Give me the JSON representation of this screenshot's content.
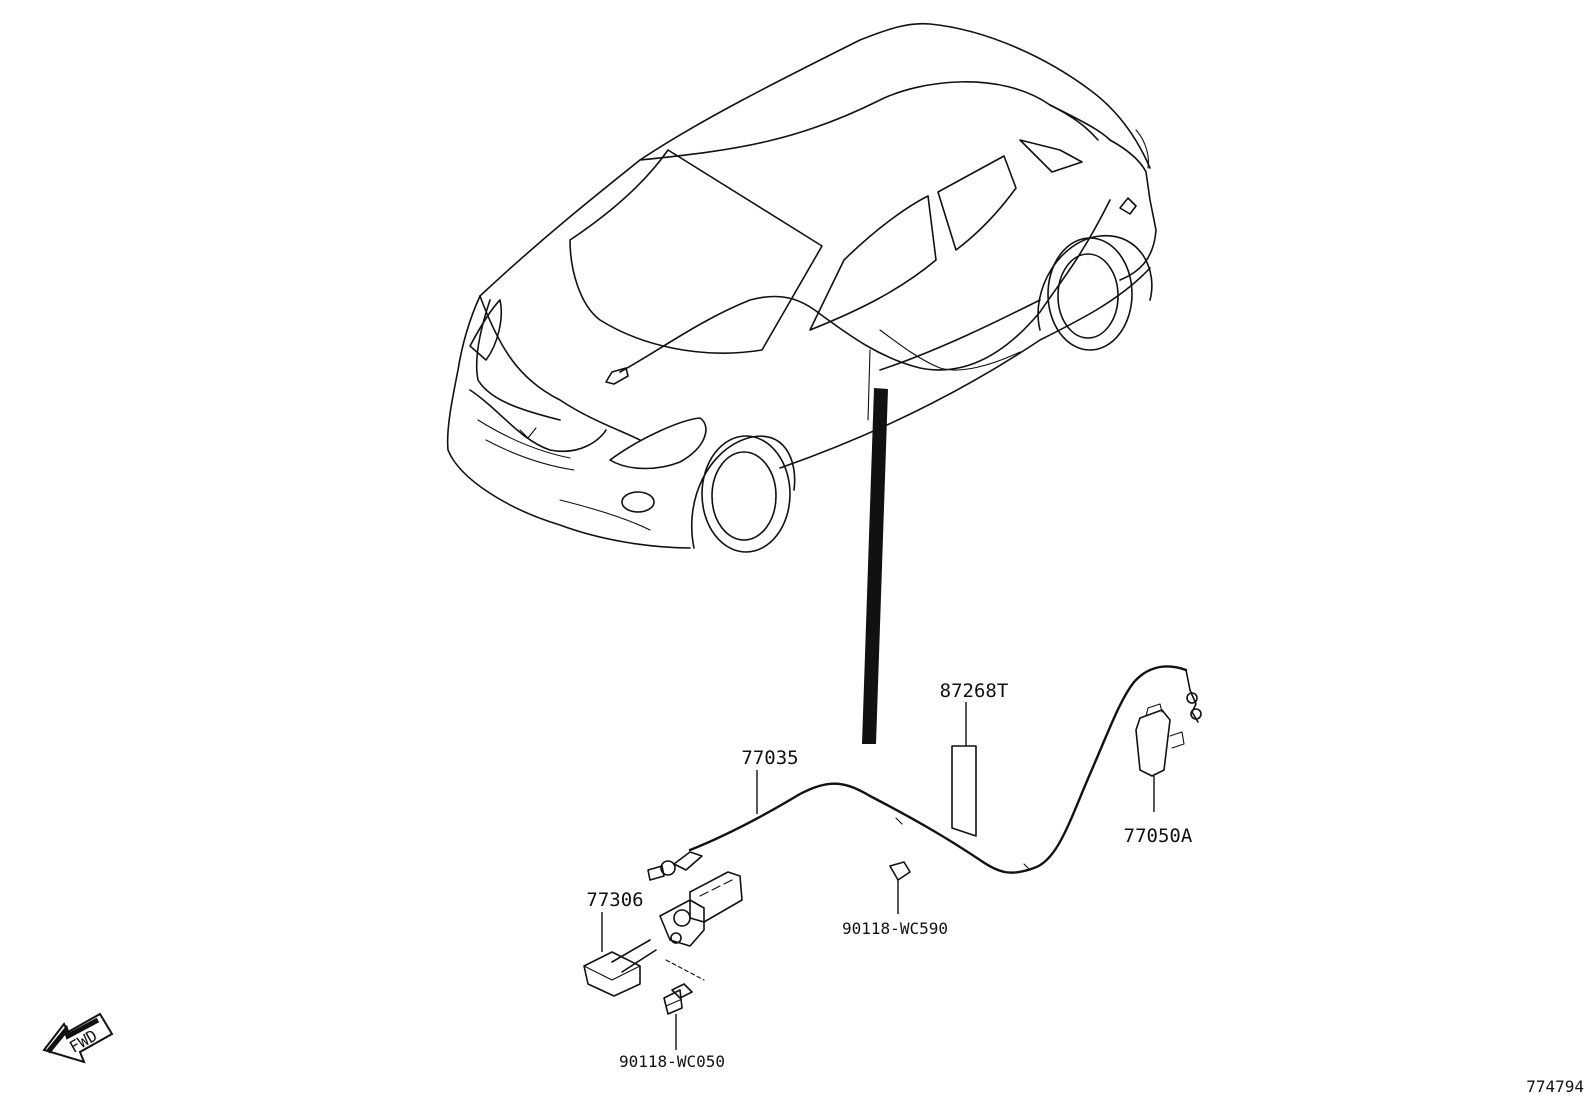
{
  "parts": {
    "cable": "77035",
    "handle": "77306",
    "bolt": "90118-WC050",
    "clip": "90118-WC590",
    "label": "87268T",
    "lock": "77050A"
  },
  "fwd_label": "FWD",
  "figure_id": "774794",
  "icons": {
    "fwd_arrow": "fwd-arrow-icon"
  }
}
